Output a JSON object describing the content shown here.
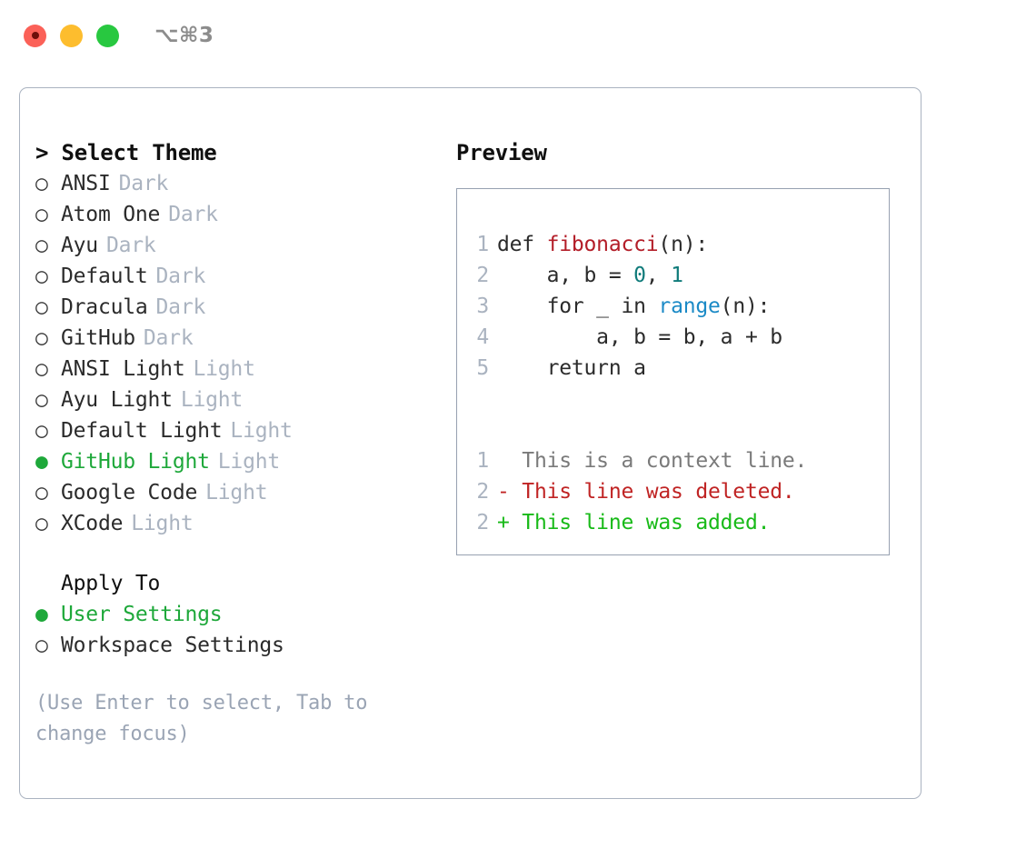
{
  "window": {
    "shortcut": "⌥⌘3",
    "traffic_lights": [
      {
        "name": "close-button",
        "color": "#fb6158"
      },
      {
        "name": "minimize-button",
        "color": "#fdbd2e"
      },
      {
        "name": "maximize-button",
        "color": "#28c840"
      }
    ]
  },
  "theme_list": {
    "header": "> Select Theme",
    "selected_index": 9,
    "items": [
      {
        "marker": "○",
        "label": "ANSI",
        "tag": "Dark",
        "selected": false
      },
      {
        "marker": "○",
        "label": "Atom One",
        "tag": "Dark",
        "selected": false
      },
      {
        "marker": "○",
        "label": "Ayu",
        "tag": "Dark",
        "selected": false
      },
      {
        "marker": "○",
        "label": "Default",
        "tag": "Dark",
        "selected": false
      },
      {
        "marker": "○",
        "label": "Dracula",
        "tag": "Dark",
        "selected": false
      },
      {
        "marker": "○",
        "label": "GitHub",
        "tag": "Dark",
        "selected": false
      },
      {
        "marker": "○",
        "label": "ANSI Light",
        "tag": "Light",
        "selected": false
      },
      {
        "marker": "○",
        "label": "Ayu Light",
        "tag": "Light",
        "selected": false
      },
      {
        "marker": "○",
        "label": "Default Light",
        "tag": "Light",
        "selected": false
      },
      {
        "marker": "●",
        "label": "GitHub Light",
        "tag": "Light",
        "selected": true
      },
      {
        "marker": "○",
        "label": "Google Code",
        "tag": "Light",
        "selected": false
      },
      {
        "marker": "○",
        "label": "XCode",
        "tag": "Light",
        "selected": false
      }
    ]
  },
  "apply_to": {
    "header": "Apply To",
    "items": [
      {
        "marker": "●",
        "label": "User Settings",
        "selected": true
      },
      {
        "marker": "○",
        "label": "Workspace Settings",
        "selected": false
      }
    ]
  },
  "hint": "(Use Enter to select, Tab to change focus)",
  "preview": {
    "title": "Preview",
    "code_lines": [
      {
        "no": "1",
        "tokens": [
          {
            "t": "def ",
            "c": "tok-def"
          },
          {
            "t": "fibonacci",
            "c": "tok-fn"
          },
          {
            "t": "(n):",
            "c": "tok-plain"
          }
        ]
      },
      {
        "no": "2",
        "tokens": [
          {
            "t": "    a, b = ",
            "c": "tok-plain"
          },
          {
            "t": "0",
            "c": "tok-num"
          },
          {
            "t": ", ",
            "c": "tok-plain"
          },
          {
            "t": "1",
            "c": "tok-num"
          }
        ]
      },
      {
        "no": "3",
        "tokens": [
          {
            "t": "    for _ in ",
            "c": "tok-plain"
          },
          {
            "t": "range",
            "c": "tok-built"
          },
          {
            "t": "(n):",
            "c": "tok-plain"
          }
        ]
      },
      {
        "no": "4",
        "tokens": [
          {
            "t": "        a, b = b, a + b",
            "c": "tok-plain"
          }
        ]
      },
      {
        "no": "5",
        "tokens": [
          {
            "t": "    return a",
            "c": "tok-plain"
          }
        ]
      }
    ],
    "diff_lines": [
      {
        "no": "1",
        "text": "  This is a context line.",
        "kind": "diff-ctx"
      },
      {
        "no": "2",
        "text": "- This line was deleted.",
        "kind": "diff-del"
      },
      {
        "no": "2",
        "text": "+ This line was added.",
        "kind": "diff-add"
      }
    ]
  },
  "colors": {
    "accent_green": "#1ea83a",
    "border": "#aab3c0",
    "muted": "#aab3c0",
    "hint": "#9aa4b4",
    "fn_red": "#b31d28",
    "number_teal": "#0f7b7a",
    "builtin_blue": "#1b8ac6",
    "diff_add": "#18ba18",
    "diff_del": "#c02424",
    "diff_ctx": "#7a7a7a"
  }
}
